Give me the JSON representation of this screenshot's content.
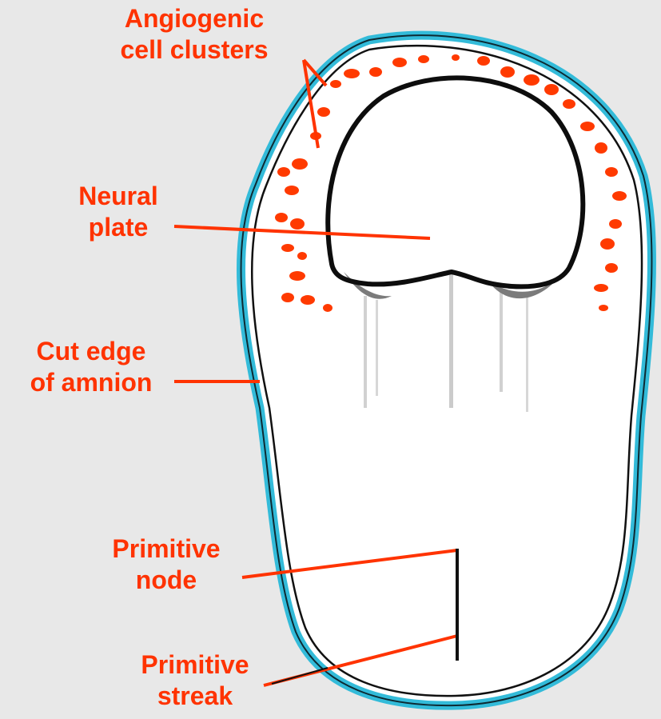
{
  "labels": {
    "angiogenic": {
      "line1": "Angiogenic",
      "line2": "cell clusters"
    },
    "neural_plate": {
      "line1": "Neural",
      "line2": "plate"
    },
    "cut_edge": {
      "line1": "Cut edge",
      "line2": "of amnion"
    },
    "primitive_node": {
      "line1": "Primitive",
      "line2": "node"
    },
    "primitive_streak": {
      "line1": "Primitive",
      "line2": "streak"
    }
  },
  "colors": {
    "label_text": "#ff3300",
    "leader_lines": "#ff3300",
    "amnion_edge": "#33bbd9",
    "embryo_outline": "#0d0d0d",
    "cell_clusters": "#ff3a00",
    "background": "#e8e8e8"
  }
}
